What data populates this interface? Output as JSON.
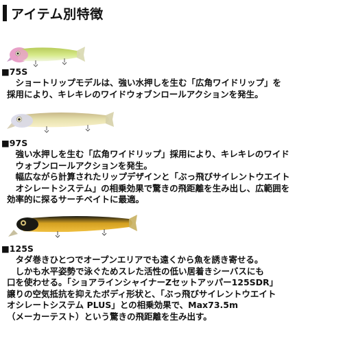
{
  "header": {
    "title": "アイテム別特徴"
  },
  "items": [
    {
      "label": "■75S",
      "lure_colors": {
        "body": "#d7ea8a",
        "back": "#b8cc5a",
        "head": "#e8a0c8",
        "belly": "#f2f6e0"
      },
      "description": "　ショートリップモデルは、強い水押しを生む「広角ワイドリップ」を\n採用により、キレキレのワイドウォブンロールアクションを発生。"
    },
    {
      "label": "■97S",
      "lure_colors": {
        "body": "#e8e2b0",
        "back": "#c8b888",
        "head": "#d8d8e8",
        "belly": "#f8f0c8"
      },
      "description": "　強い水押しを生む「広角ワイドリップ」採用により、キレキレのワイド\n　ウォブンロールアクションを発生。\n　幅広ながら計算されたリップデザインと「ぶっ飛びサイレントウエイト\n　オシレートシステム」の相乗効果で驚きの飛距離を生み出し、広範囲を\n効率的に探るサーチベイトに最適。"
    },
    {
      "label": "■125S",
      "lure_colors": {
        "body": "#d4a020",
        "back": "#1a1a14",
        "head": "#1a1a14",
        "belly": "#f0c040"
      },
      "description": "　タダ巻きひとつでオープンエリアでも遠くから魚を誘き寄せる。\n　しかも水平姿勢で泳ぐためスレた活性の低い居着きシーバスにも\n口を使わせる。「ショアラインシャイナーZセットアッパー125SDR」\n譲りの空気抵抗を抑えたボディ形状と、「ぶっ飛びサイレントウエイト\nオシレートシステム PLUS」との相乗効果で、Max73.5m\n（メーカーテスト）という驚きの飛距離を生み出す。"
    }
  ]
}
